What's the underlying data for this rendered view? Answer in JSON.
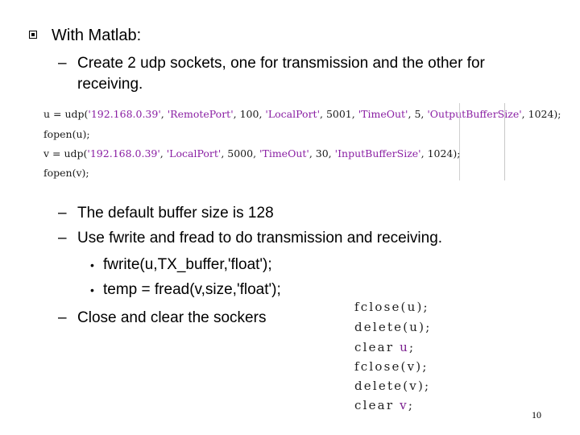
{
  "slide": {
    "heading": "With Matlab:",
    "create_text_line1": "Create 2 udp sockets, one for transmission and the other for",
    "create_text_line2": "receiving.",
    "code_block": {
      "lines": [
        {
          "prefix": "u = udp(",
          "str1": "'192.168.0.39'",
          "sep1": ", ",
          "str2": "'RemotePort'",
          "mid1": ", 100, ",
          "str3": "'LocalPort'",
          "mid2": ", 5001, ",
          "str4": "'TimeOut'",
          "mid3": ", 5, ",
          "str5": "'OutputBufferSize'",
          "suffix": ", 1024);"
        },
        {
          "text": "fopen(u);"
        },
        {
          "prefix": "v = udp(",
          "str1": "'192.168.0.39'",
          "sep1": ",  ",
          "str2": "'LocalPort'",
          "mid1": ", 5000, ",
          "str3": "'TimeOut'",
          "mid2": ", 30, ",
          "str4": "'InputBufferSize'",
          "suffix": ", 1024);"
        },
        {
          "text": "fopen(v);"
        }
      ]
    },
    "buffer_note": "The default buffer size is 128",
    "fwrite_note": "Use fwrite and fread to do transmission and receiving.",
    "fwrite_example": "fwrite(u,TX_buffer,'float');",
    "fread_example": "temp = fread(v,size,'float');",
    "close_note": "Close and clear the sockers",
    "close_code": {
      "fclose_u": "fclose(u);",
      "delete_u": "delete(u);",
      "clear_u_cmd": "clear",
      "clear_u_var": "u",
      "clear_u_end": ";",
      "fclose_v": "fclose(v);",
      "delete_v": "delete(v);",
      "clear_v_cmd": "clear",
      "clear_v_var": "v",
      "clear_v_end": ";"
    },
    "dash": "–",
    "dot": "•",
    "page_number": "10"
  }
}
